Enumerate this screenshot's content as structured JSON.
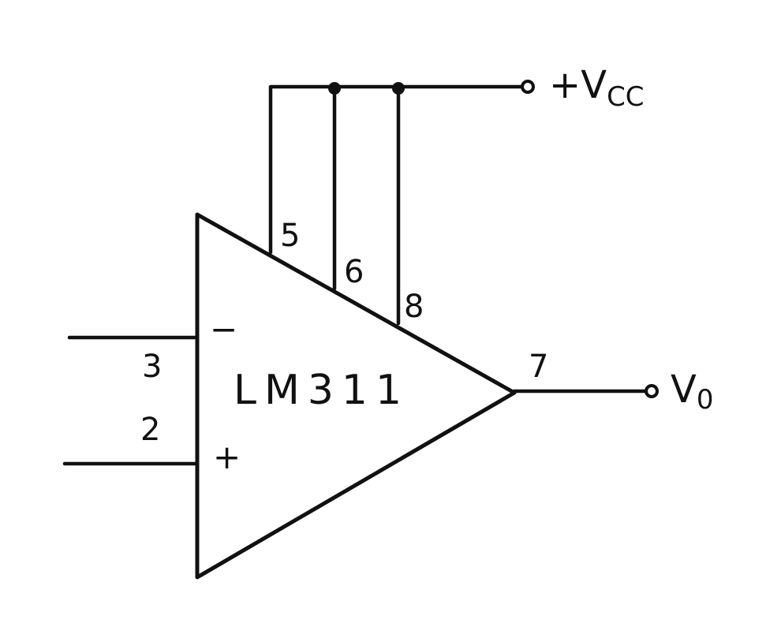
{
  "diagram": {
    "chip_label": "LM311",
    "supply": {
      "prefix": "+V",
      "subscript": "CC"
    },
    "output": {
      "prefix": "V",
      "subscript": "0"
    },
    "inputs": [
      {
        "pin": "3",
        "sign": "−"
      },
      {
        "pin": "2",
        "sign": "+"
      }
    ],
    "top_pins": [
      "5",
      "6",
      "8"
    ],
    "output_pin": "7"
  }
}
